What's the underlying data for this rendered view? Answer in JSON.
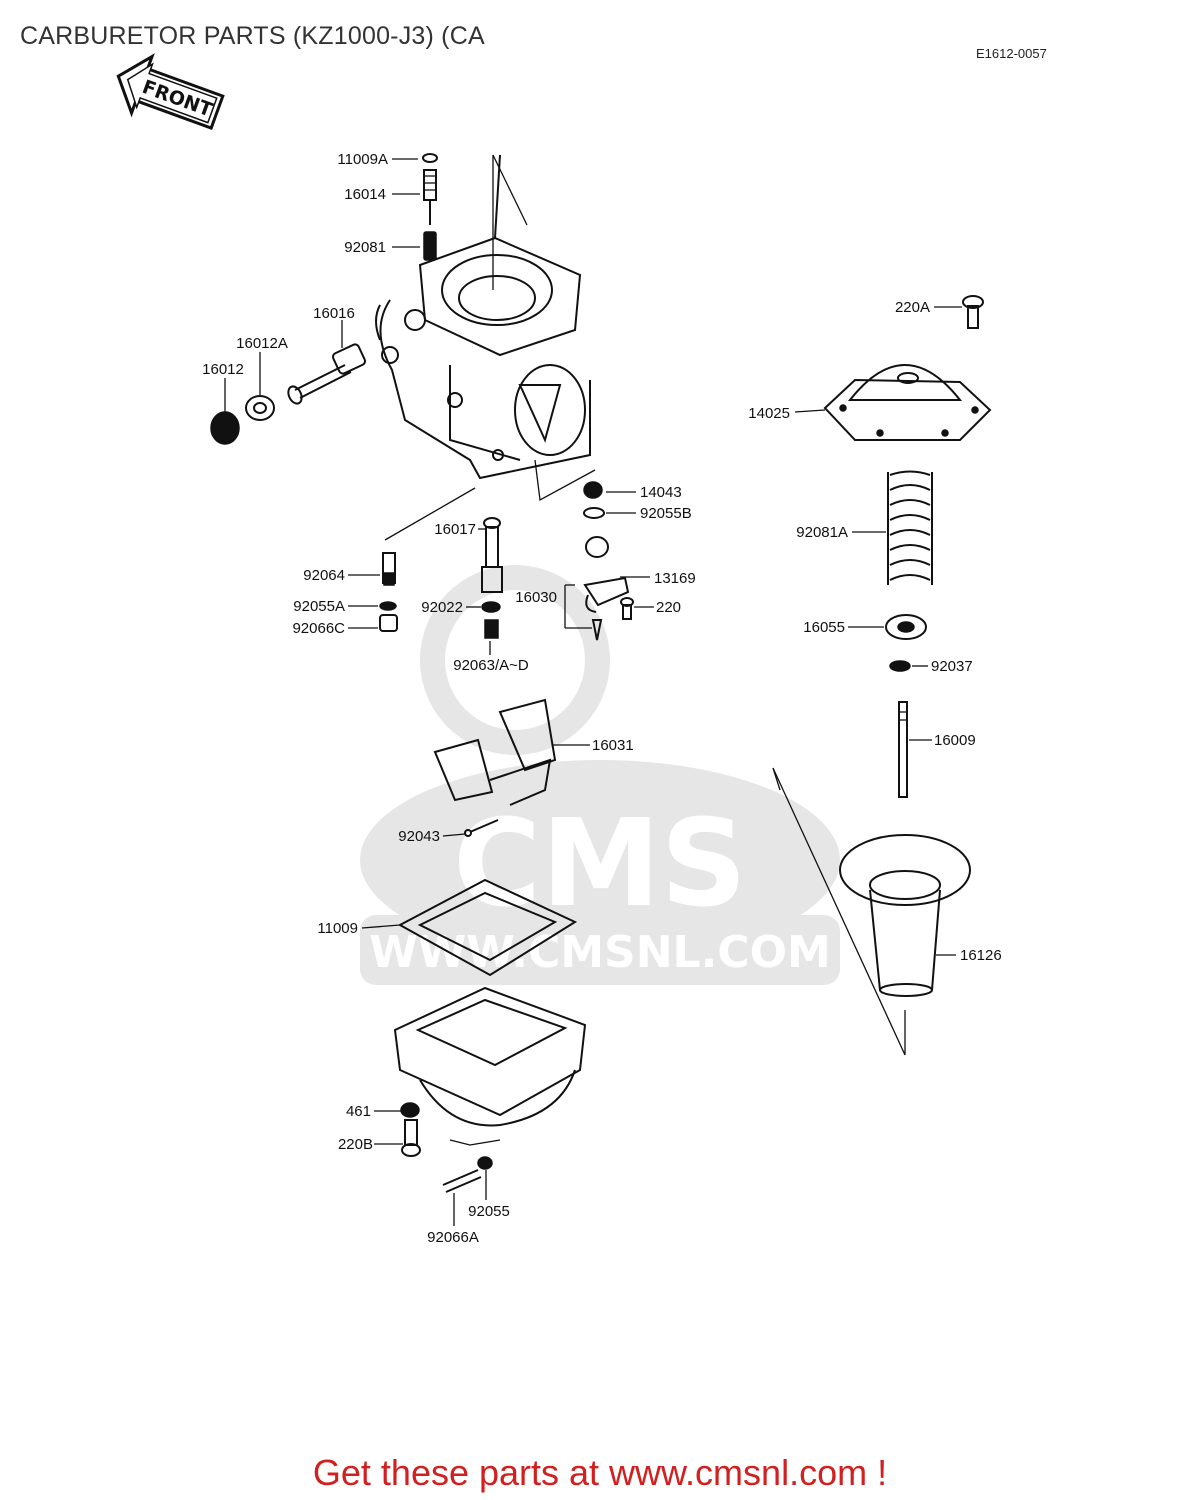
{
  "header": {
    "title": "CARBURETOR PARTS (KZ1000-J3) (CA",
    "ref_code": "E1612-0057"
  },
  "front_badge": {
    "text": "FRONT"
  },
  "watermark": {
    "brand": "CMS",
    "site": "WWW.CMSNL.COM"
  },
  "labels": {
    "p11009A": "11009A",
    "p16014": "16014",
    "p92081": "92081",
    "p16016": "16016",
    "p16012A": "16012A",
    "p16012": "16012",
    "p220A": "220A",
    "p14025": "14025",
    "p14043": "14043",
    "p92055B": "92055B",
    "p16017": "16017",
    "p92081A": "92081A",
    "p13169": "13169",
    "p92064": "92064",
    "p16030": "16030",
    "p220": "220",
    "p92055A": "92055A",
    "p92022": "92022",
    "p92066C": "92066C",
    "p16055": "16055",
    "p92063": "92063/A~D",
    "p92037": "92037",
    "p16009": "16009",
    "p16031": "16031",
    "p92043": "92043",
    "p11009": "11009",
    "p16126": "16126",
    "p461": "461",
    "p220B": "220B",
    "p92055": "92055",
    "p92066A": "92066A"
  },
  "footer": {
    "text": "Get these parts at www.cmsnl.com !"
  }
}
